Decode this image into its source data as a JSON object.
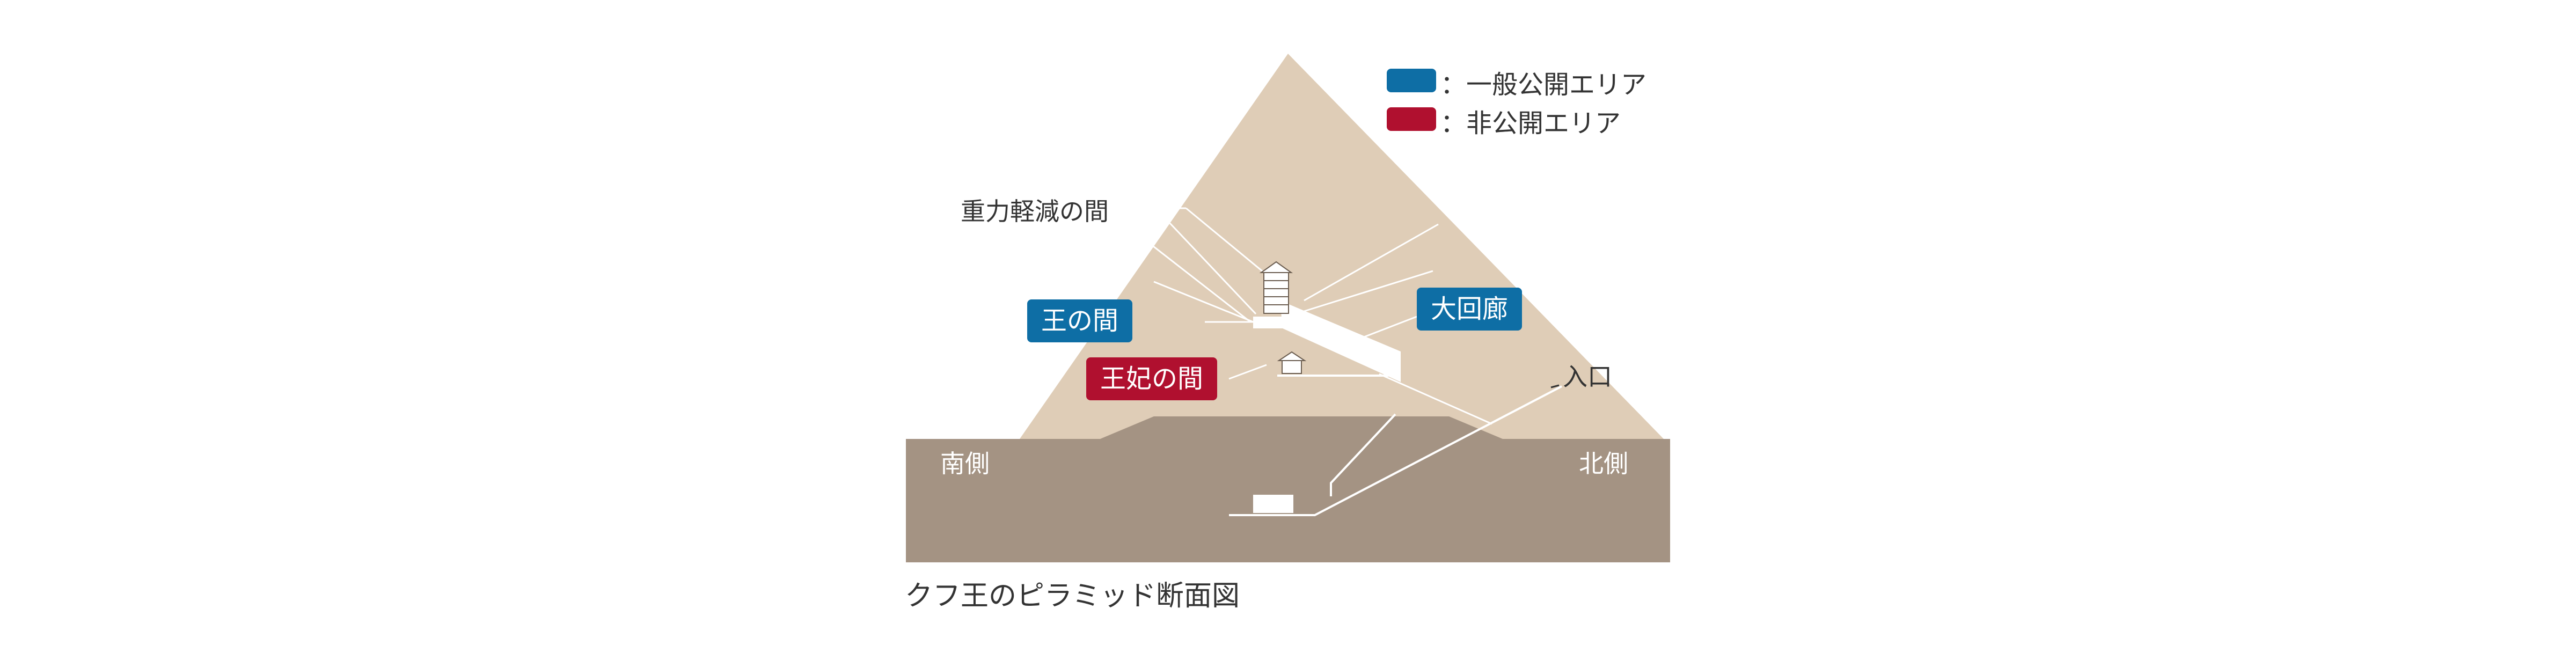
{
  "legend": [
    {
      "label": "：一般公開エリア",
      "color": "#0e6ea5"
    },
    {
      "label": "：非公開エリア",
      "color": "#b0102f"
    }
  ],
  "labels": {
    "relieving_chambers": "重力軽減の間",
    "kings_chamber": "王の間",
    "queens_chamber": "王妃の間",
    "grand_gallery": "大回廊",
    "entrance": "入口",
    "south_side": "南側",
    "north_side": "北側"
  },
  "caption": "クフ王のピラミッド断面図",
  "colors": {
    "pyramid": "#dfcdb7",
    "ground": "#a49383",
    "passage": "#ffffff",
    "public": "#0e6ea5",
    "private": "#b0102f"
  }
}
